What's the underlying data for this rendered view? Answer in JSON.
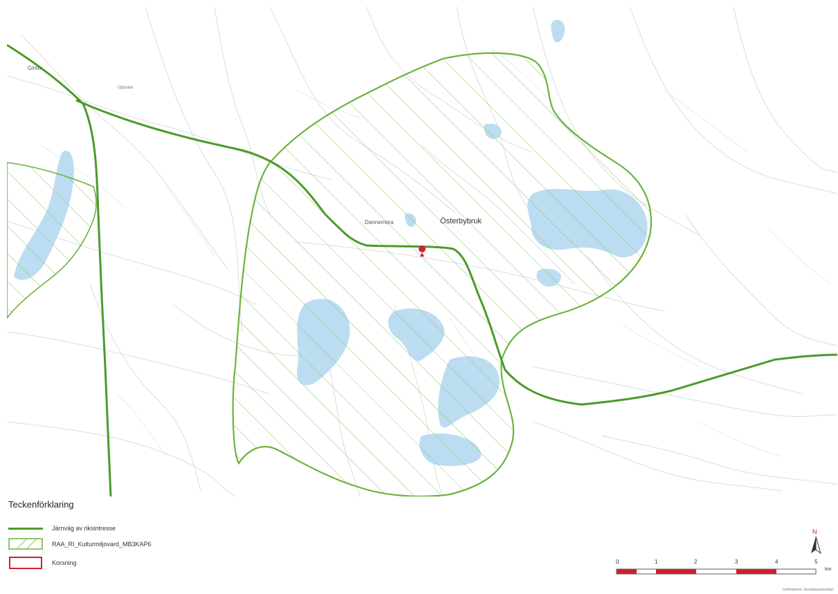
{
  "map": {
    "place_labels": [
      "Österbybruk",
      "Dannemora",
      "Gimo",
      "Uppsala"
    ],
    "road_color": "#d6d6d6",
    "water_color": "#bcdcf2",
    "rail_color": "#4c9a2a",
    "hatch_color": "#8cc560",
    "crossing_color": "#d0202a"
  },
  "legend": {
    "title": "Teckenförklaring",
    "items": [
      {
        "label": "Järnväg av riksintresse",
        "symbol": "line-icon"
      },
      {
        "label": "RAA_RI_Kulturmiljovard_MB3KAP6",
        "symbol": "hatched-area-icon"
      },
      {
        "label": "Korsning",
        "symbol": "red-box-icon"
      }
    ]
  },
  "scalebar": {
    "ticks": [
      "0",
      "1",
      "2",
      "3",
      "4",
      "5"
    ],
    "unit": "km"
  },
  "north": {
    "label": "N"
  },
  "copyright": "Lantmäteriet, Geodatasamverkan"
}
